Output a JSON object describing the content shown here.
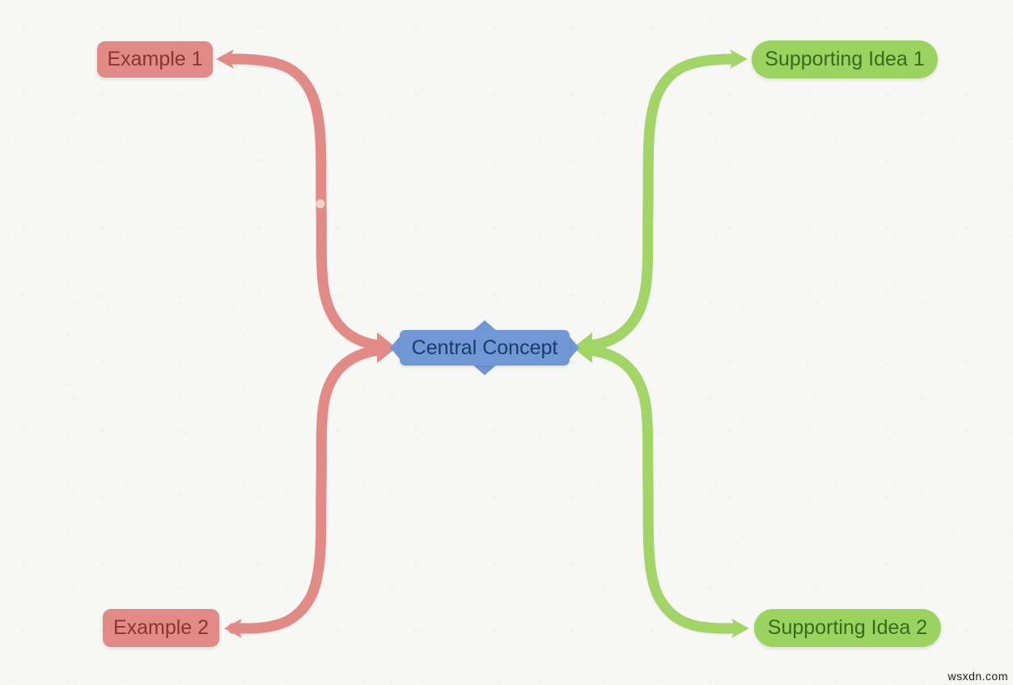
{
  "canvas": {
    "background": "#f7f7f5"
  },
  "watermark": {
    "text": "wsxdn.com"
  },
  "central": {
    "label": "Central Concept",
    "fill": "#7098d7",
    "text_color": "#1c3c64"
  },
  "branches": {
    "left": {
      "color": "#e28a86",
      "node_fill": "#e18a86",
      "text_color": "#8a3433",
      "handle_dot_color": "#f6d2cf",
      "nodes": [
        {
          "label": "Example 1"
        },
        {
          "label": "Example 2"
        }
      ]
    },
    "right": {
      "color": "#a2d466",
      "node_fill": "#9ad35f",
      "text_color": "#3d671d",
      "nodes": [
        {
          "label": "Supporting Idea 1"
        },
        {
          "label": "Supporting Idea 2"
        }
      ]
    }
  }
}
